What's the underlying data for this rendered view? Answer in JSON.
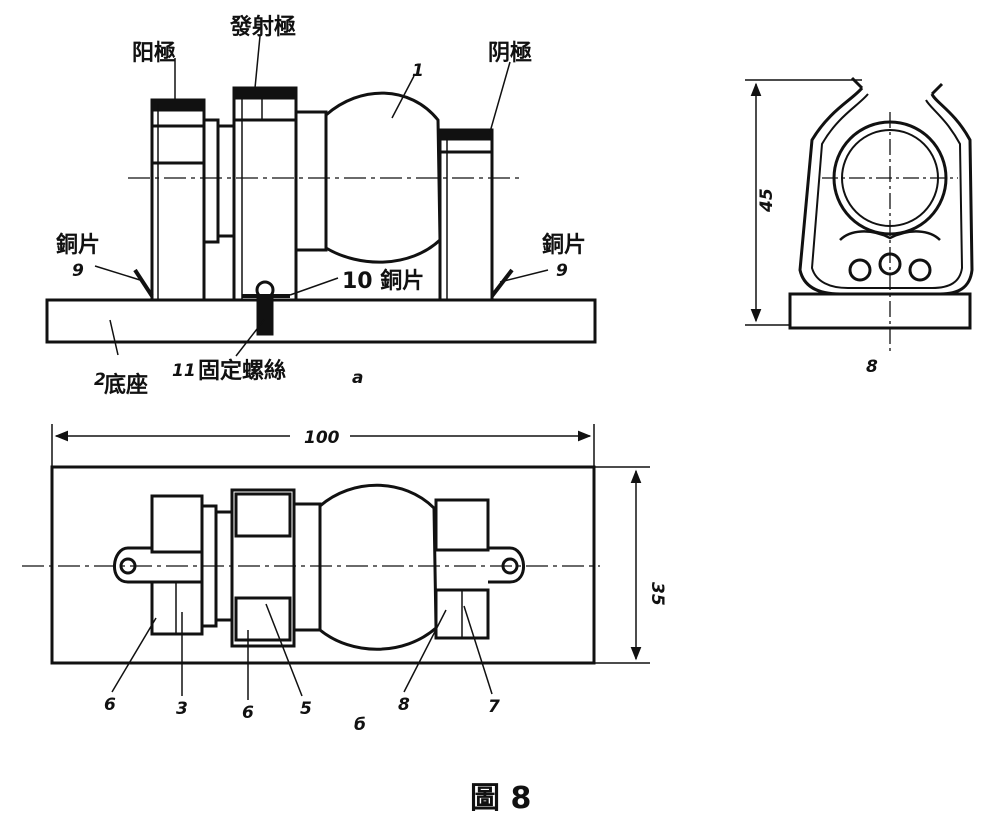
{
  "figure": {
    "caption": "圖 8",
    "view_a": {
      "view_letter": "a",
      "labels": {
        "anode": "阳極",
        "emitter": "發射極",
        "cathode": "阴極",
        "tube_number": "1",
        "left_strip_text": "銅片",
        "left_strip_number": "9",
        "right_strip_text": "銅片",
        "right_strip_number": "9",
        "center_strip": "10 銅片",
        "base_number": "2",
        "base_text": "底座",
        "screw_number": "11",
        "screw_text": "固定螺絲"
      }
    },
    "view_b": {
      "view_letter": "б",
      "dim_length": "100",
      "dim_width": "35",
      "part_numbers": [
        "6",
        "3",
        "6",
        "5",
        "8",
        "7"
      ]
    },
    "view_c": {
      "dim_height": "45",
      "part_number": "8"
    }
  }
}
